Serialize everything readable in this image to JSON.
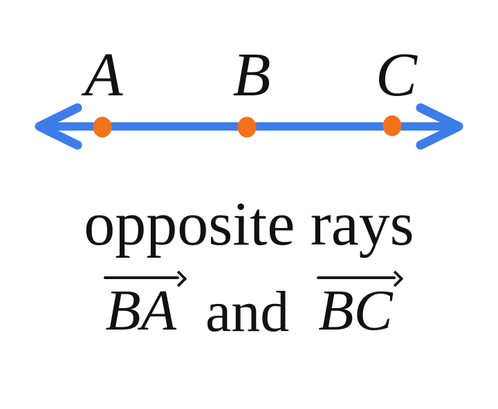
{
  "figure": {
    "line_color": "#3d7de9",
    "point_color": "#f2711c",
    "arrow_color": "#161616",
    "points": [
      {
        "label": "A"
      },
      {
        "label": "B"
      },
      {
        "label": "C"
      }
    ]
  },
  "caption": {
    "title": "opposite rays",
    "ray1": "BA",
    "conjunction": "and",
    "ray2": "BC"
  }
}
